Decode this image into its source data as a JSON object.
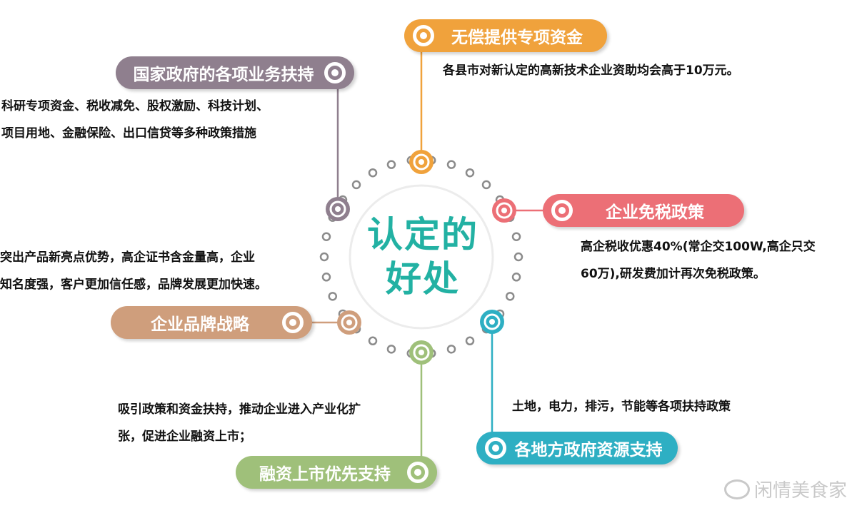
{
  "center_title_line1": "认定的",
  "center_title_line2": "好处",
  "benefits": [
    {
      "title": "国家政府的各项业务扶持",
      "color": "#8f7f8e",
      "desc": [
        "科研专项资金、税收减免、股权激励、科技计划、",
        "项目用地、金融保险、出口信贷等多种政策措施"
      ]
    },
    {
      "title": "无偿提供专项资金",
      "color": "#f0a23c",
      "desc": [
        "各县市对新认定的高新技术企业资助均会高于10万元。"
      ]
    },
    {
      "title": "企业免税政策",
      "color": "#ec6f76",
      "desc": [
        "高企税收优惠40%(常企交100W,高企只交",
        "60万),研发费加计再次免税政策。"
      ]
    },
    {
      "title": "企业品牌战略",
      "color": "#cf9e7c",
      "desc": [
        "突出产品新亮点优势，高企证书含金量高，企业",
        "知名度强，客户更加信任感，品牌发展更加快速。"
      ]
    },
    {
      "title": "各地方政府资源支持",
      "color": "#2eafc3",
      "desc": [
        "土地，电力，排污，节能等各项扶持政策"
      ]
    },
    {
      "title": "融资上市优先支持",
      "color": "#9fc07a",
      "desc": [
        "吸引政策和资金扶持，推动企业进入产业化扩",
        "张，促进企业融资上市；"
      ]
    }
  ],
  "watermark": "闲情美食家",
  "icons": {
    "pill_marker": "target-icon",
    "node_marker": "target-icon",
    "watermark": "weibo-icon"
  }
}
